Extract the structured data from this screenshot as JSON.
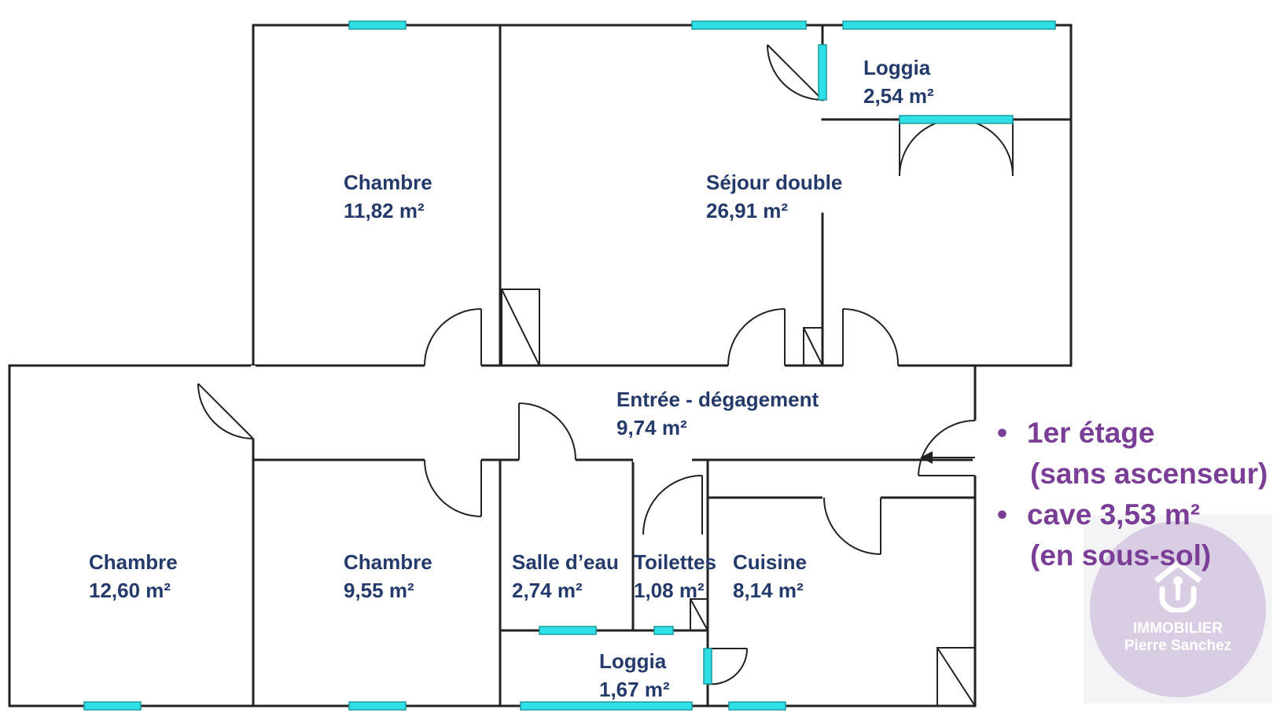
{
  "rooms": [
    {
      "name": "Chambre",
      "area": "11,82 m²"
    },
    {
      "name": "Séjour double",
      "area": "26,91 m²"
    },
    {
      "name": "Loggia",
      "area": "2,54 m²"
    },
    {
      "name": "Entrée - dégagement",
      "area": "9,74 m²"
    },
    {
      "name": "Chambre",
      "area": "12,60 m²"
    },
    {
      "name": "Chambre",
      "area": "9,55 m²"
    },
    {
      "name": "Salle d’eau",
      "area": "2,74 m²"
    },
    {
      "name": "Toilettes",
      "area": "1,08 m²"
    },
    {
      "name": "Cuisine",
      "area": "8,14 m²"
    },
    {
      "name": "Loggia",
      "area": "1,67 m²"
    }
  ],
  "notes": [
    {
      "bullet": "•",
      "line1": "1er étage",
      "line2": "(sans ascenseur)"
    },
    {
      "bullet": "•",
      "line1": "cave 3,53 m²",
      "line2": "(en sous-sol)"
    }
  ],
  "logo": {
    "line1": "IMMOBILIER",
    "line2": "Pierre Sanchez",
    "icon": "house-keyhole-icon"
  },
  "colors": {
    "wall": "#222222",
    "window": "#2ee0e6",
    "room_text": "#243a6b",
    "note_text": "#7a3e96",
    "logo_disc": "#d9cde3"
  }
}
